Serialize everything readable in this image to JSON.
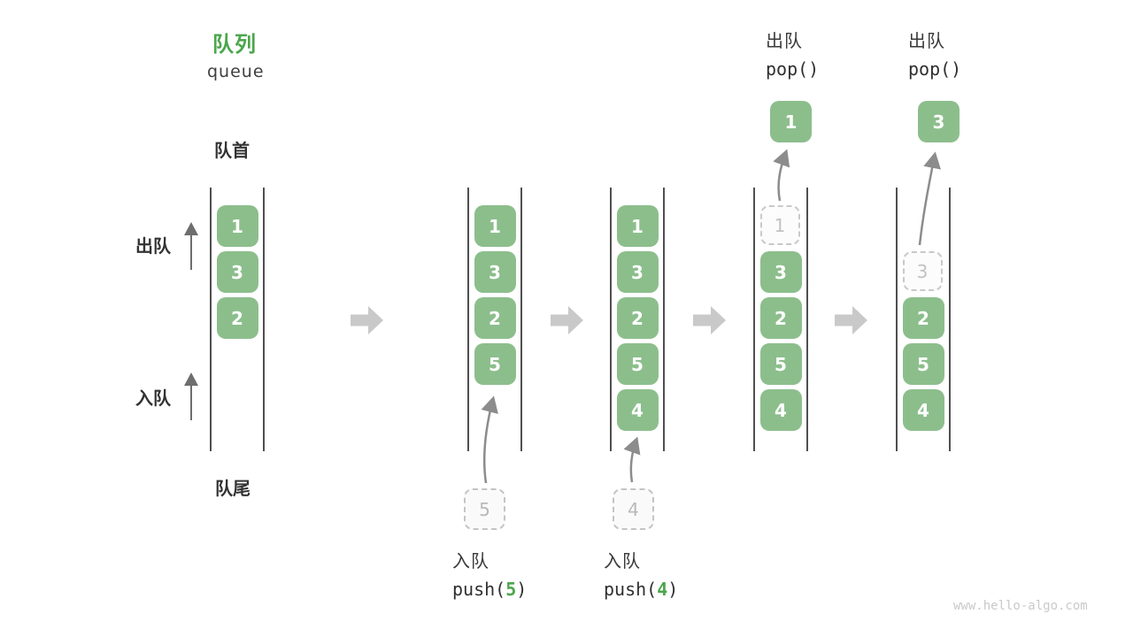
{
  "title": {
    "zh": "队列",
    "en": "queue"
  },
  "labels": {
    "front": "队首",
    "rear": "队尾",
    "dequeue_side": "出队",
    "enqueue_side": "入队"
  },
  "watermark": "www.hello-algo.com",
  "colors": {
    "cell_green": "#8cbe8c",
    "accent_green": "#4ca64c",
    "column_line": "#4f4f4f",
    "thin_arrow": "#8c8c8c",
    "up_arrow": "#6e6e6e",
    "block_arrow": "#c9c9c9",
    "ghost_border": "#c9c9c9",
    "ghost_text": "#c2c2c2",
    "watermark_gray": "#c9c9c9"
  },
  "states": [
    {
      "name": "initial",
      "cells": [
        {
          "v": "1"
        },
        {
          "v": "3"
        },
        {
          "v": "2"
        }
      ]
    },
    {
      "name": "after-push-5",
      "cells": [
        {
          "v": "1"
        },
        {
          "v": "3"
        },
        {
          "v": "2"
        },
        {
          "v": "5"
        }
      ],
      "incoming_value": "5",
      "label": {
        "zh": "入队",
        "pre": "push(",
        "arg": "5",
        "post": ")"
      }
    },
    {
      "name": "after-push-4",
      "cells": [
        {
          "v": "1"
        },
        {
          "v": "3"
        },
        {
          "v": "2"
        },
        {
          "v": "5"
        },
        {
          "v": "4"
        }
      ],
      "incoming_value": "4",
      "label": {
        "zh": "入队",
        "pre": "push(",
        "arg": "4",
        "post": ")"
      }
    },
    {
      "name": "after-pop-1",
      "cells": [
        {
          "v": "1",
          "ghost": true
        },
        {
          "v": "3"
        },
        {
          "v": "2"
        },
        {
          "v": "5"
        },
        {
          "v": "4"
        }
      ],
      "popped_value": "1",
      "label": {
        "zh": "出队",
        "code": "pop()"
      }
    },
    {
      "name": "after-pop-3",
      "cells": [
        {
          "empty": true
        },
        {
          "v": "3",
          "ghost": true
        },
        {
          "v": "2"
        },
        {
          "v": "5"
        },
        {
          "v": "4"
        }
      ],
      "popped_value": "3",
      "label": {
        "zh": "出队",
        "code": "pop()"
      }
    }
  ]
}
